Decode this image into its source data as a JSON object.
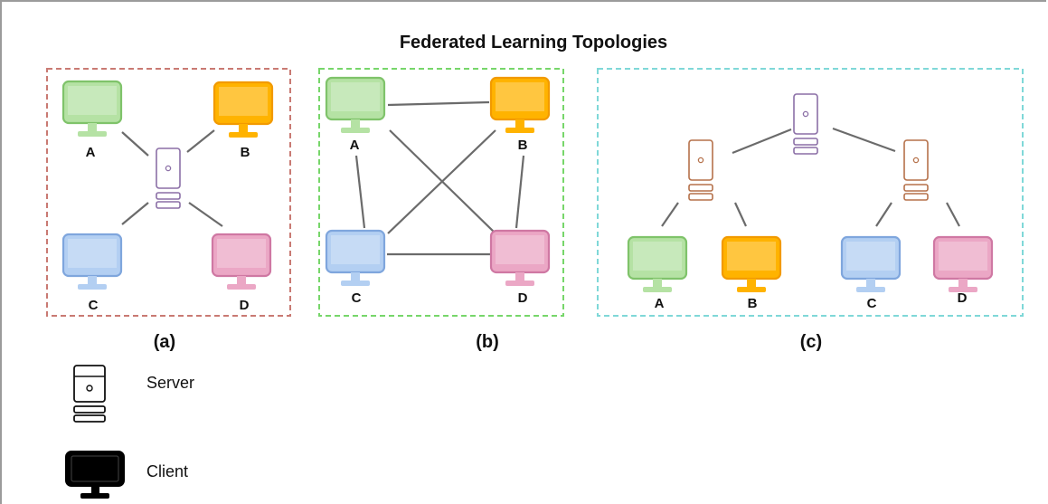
{
  "title": "Federated Learning Topologies",
  "colors": {
    "A": {
      "fill": "#b5e2a4",
      "stroke": "#7fc36a"
    },
    "B": {
      "fill": "#ffb300",
      "stroke": "#f29a00"
    },
    "C": {
      "fill": "#b3cff2",
      "stroke": "#7fa6dd"
    },
    "D": {
      "fill": "#eba7c5",
      "stroke": "#cf78a3"
    },
    "server_a": "#8b6fa6",
    "server_c_top": "#8b6fa6",
    "server_c_mid": "#b5714a",
    "panel_a_border": "#c97a73",
    "panel_b_border": "#77d66a",
    "panel_c_border": "#7fd8d8"
  },
  "panels": {
    "a": {
      "label": "(a)",
      "nodes": {
        "A": "A",
        "B": "B",
        "C": "C",
        "D": "D"
      }
    },
    "b": {
      "label": "(b)",
      "nodes": {
        "A": "A",
        "B": "B",
        "C": "C",
        "D": "D"
      }
    },
    "c": {
      "label": "(c)",
      "nodes": {
        "A": "A",
        "B": "B",
        "C": "C",
        "D": "D"
      }
    }
  },
  "legend": {
    "server": {
      "icon": "server-icon",
      "label": "Server"
    },
    "client": {
      "icon": "monitor-icon",
      "label": "Client"
    }
  }
}
